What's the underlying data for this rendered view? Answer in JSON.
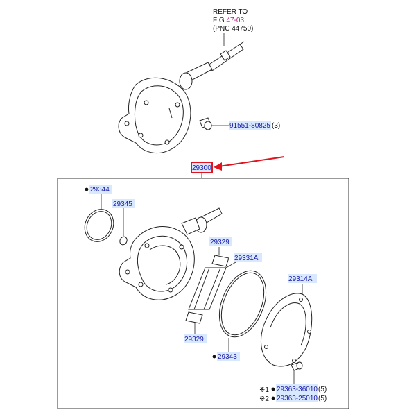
{
  "refer": {
    "line1": "REFER TO",
    "line2_prefix": "FIG ",
    "line2_link": "47-03",
    "line3": "(PNC 44750)"
  },
  "top_parts": {
    "bolt": {
      "number": "91551-80825",
      "qty": "(3)"
    }
  },
  "assembly": {
    "number": "29300"
  },
  "parts": {
    "p29344": "29344",
    "p29345": "29345",
    "p29329_top": "29329",
    "p29331a": "29331A",
    "p29314a": "29314A",
    "p29329_bottom": "29329",
    "p29343": "29343",
    "p29363_1": {
      "mark": "※1",
      "number": "29363-36010",
      "qty": "(5)"
    },
    "p29363_2": {
      "mark": "※2",
      "number": "29363-25010",
      "qty": "(5)"
    }
  },
  "colors": {
    "link_blue": "#1a1aa8",
    "label_bg": "#d8e8ff",
    "highlight_red": "#e0141e",
    "fig_magenta": "#b0187a"
  }
}
